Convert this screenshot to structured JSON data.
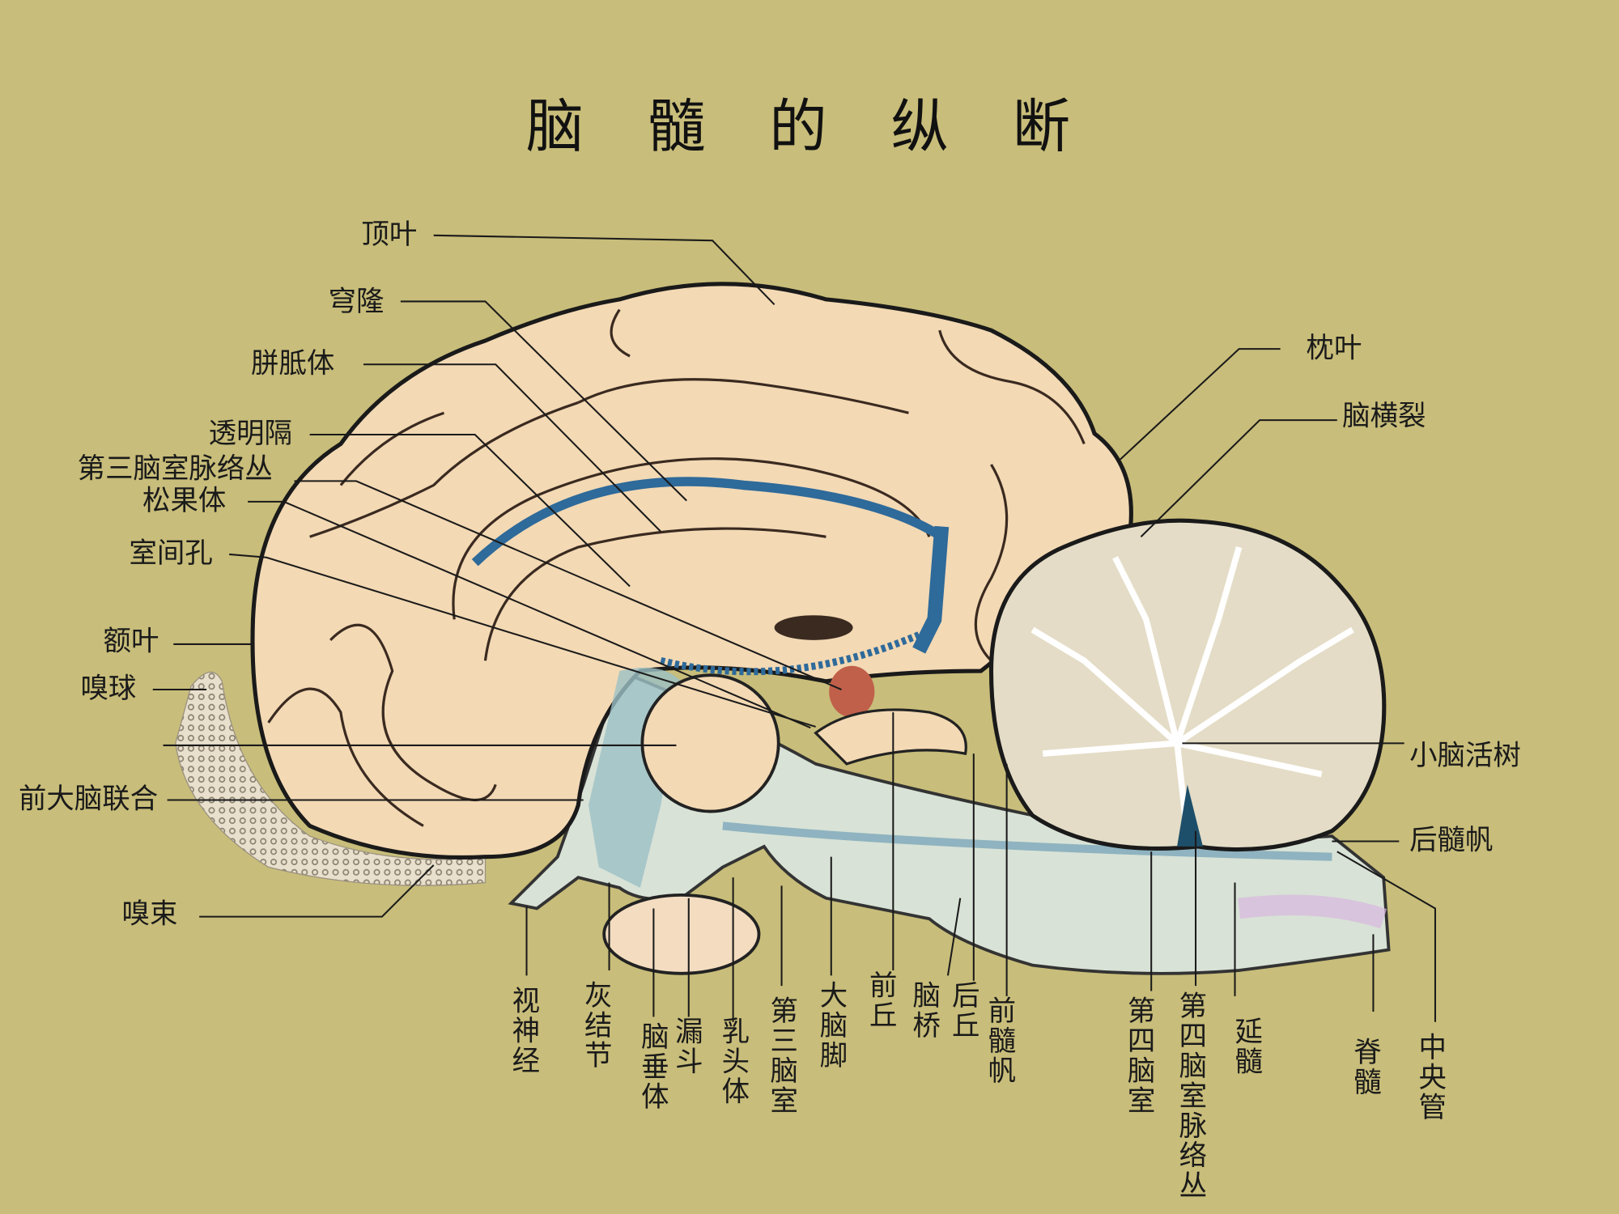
{
  "title": "脑 髓 的 纵 断",
  "labels_left": [
    "顶叶",
    "穹隆",
    "胼胝体",
    "透明隔",
    "第三脑室脉络丛",
    "松果体",
    "室间孔",
    "额叶",
    "嗅球",
    "前大脑联合",
    "嗅束"
  ],
  "labels_right": [
    "枕叶",
    "脑横裂",
    "小脑活树",
    "后髓帆"
  ],
  "labels_bottom": [
    "视神经",
    "灰结节",
    "脑垂体",
    "漏斗",
    "乳头体",
    "第三脑室",
    "大脑脚",
    "前丘",
    "脑桥",
    "后丘",
    "前髓帆",
    "第四脑室",
    "第四脑室脉络丛",
    "延髓",
    "脊髓",
    "中央管"
  ],
  "colors": {
    "background": "#c8bd7a",
    "cerebrum": "#f3d9b4",
    "cerebellum": "#e4dcc6",
    "ventricle": "#2e6a9a",
    "brainstem": "#d8e2d6",
    "pineal": "#c0604a"
  }
}
